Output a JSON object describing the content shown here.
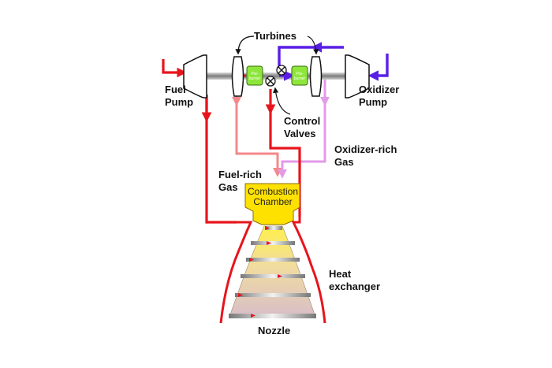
{
  "title": "Full-flow staged combustion rocket engine cycle",
  "labels": {
    "turbines": "Turbines",
    "fuel_pump_line1": "Fuel",
    "fuel_pump_line2": "Pump",
    "oxidizer_pump_line1": "Oxidizer",
    "oxidizer_pump_line2": "Pump",
    "control_valves_line1": "Control",
    "control_valves_line2": "Valves",
    "oxidizer_rich_gas_line1": "Oxidizer-rich",
    "oxidizer_rich_gas_line2": "Gas",
    "fuel_rich_gas_line1": "Fuel-rich",
    "fuel_rich_gas_line2": "Gas",
    "combustion_chamber_line1": "Combustion",
    "combustion_chamber_line2": "Chamber",
    "heat_exchanger_line1": "Heat",
    "heat_exchanger_line2": "exchanger",
    "nozzle": "Nozzle",
    "preburner_fuel_line1": "Pre-",
    "preburner_fuel_line2": "burner",
    "preburner_ox_line1": "Pre-",
    "preburner_ox_line2": "burner"
  },
  "colors": {
    "fuel_line": "#e8141c",
    "oxidizer_line": "#5a1ee6",
    "fuel_rich_gas": "#f4888a",
    "oxidizer_rich_gas": "#e39ae8",
    "chamber": "#ffe100",
    "preburner": "#8ee63c",
    "shaft": "#8a8a8a"
  }
}
